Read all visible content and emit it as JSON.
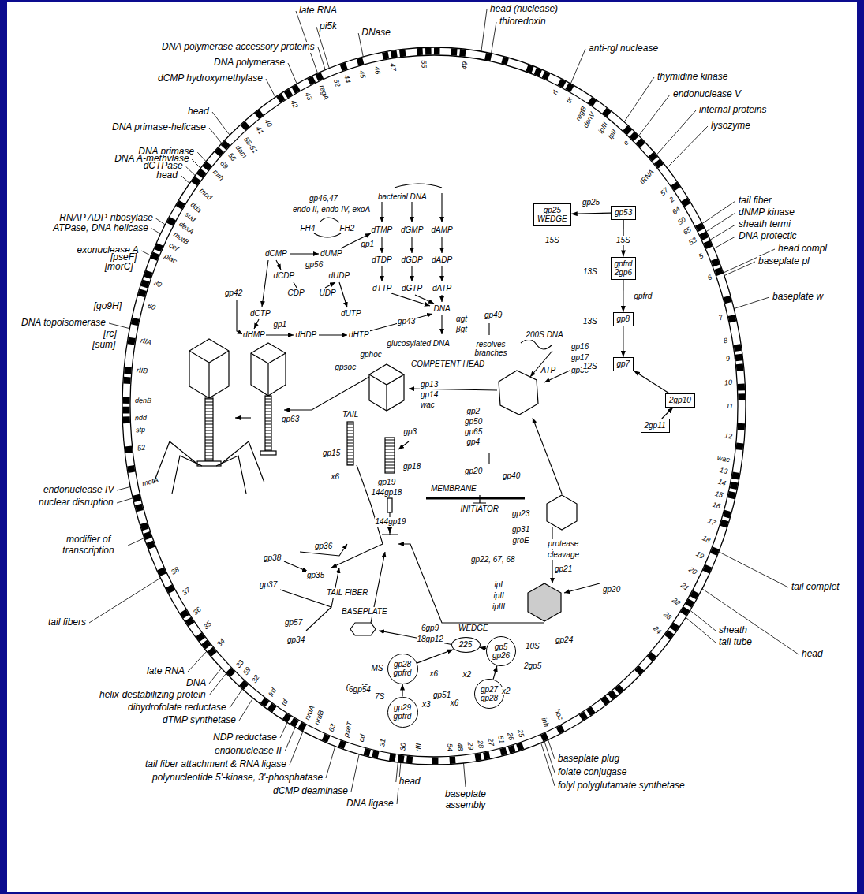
{
  "diagram": {
    "nodes": [
      {
        "text": [
          "gp25",
          "WEDGE"
        ]
      },
      {
        "text": [
          "gp53"
        ]
      },
      {
        "text": [
          "gpfrd",
          "2gp6"
        ]
      },
      {
        "text": [
          "gp8"
        ]
      },
      {
        "text": [
          "gp7"
        ]
      },
      {
        "text": [
          "2gp10"
        ]
      },
      {
        "text": [
          "2gp11"
        ]
      },
      {
        "text": [
          "225"
        ]
      },
      {
        "text": [
          "gp5",
          "gp26"
        ]
      },
      {
        "text": [
          "gp28",
          "gpfrd"
        ]
      },
      {
        "text": [
          "gp29",
          "gpfrd"
        ]
      },
      {
        "text": [
          "gp27",
          "gp28"
        ]
      }
    ],
    "edges": [
      {
        "from": 1,
        "to": 0,
        "arrow": "to",
        "label": "gp25"
      },
      {
        "from": 1,
        "to": 2,
        "arrow": "to"
      },
      {
        "from": 2,
        "to": 3,
        "arrow": "to"
      },
      {
        "from": 3,
        "to": 4,
        "arrow": "to"
      },
      {
        "from": 6,
        "to": 5,
        "arrow": "to"
      },
      {
        "from": 5,
        "to": 4,
        "arrow": "to"
      },
      {
        "from": 10,
        "to": 9,
        "arrow": "to"
      },
      {
        "from": 9,
        "to": 7,
        "arrow": "to"
      },
      {
        "from": 8,
        "to": 7,
        "arrow": "to"
      },
      {
        "from": 11,
        "to": 8,
        "arrow": "to"
      }
    ],
    "labels": [
      "late RNA",
      "pi5k",
      "DNase",
      "DNA polymerase accessory proteins",
      "DNA polymerase",
      "dCMP hydroxymethylase",
      "head",
      "DNA primase-helicase",
      "DNA primase",
      "DNA A-methylase",
      "dCTPase",
      "head",
      "RNAP ADP-ribosylase",
      "ATPase, DNA helicase",
      "exonuclease A",
      "[pseF]",
      "[morC]",
      "[go9H]",
      "DNA topoisomerase",
      "[rc]",
      "[sum]",
      "endonuclease IV",
      "nuclear disruption",
      "modifier of transcription",
      "tail fibers",
      "late RNA",
      "DNA",
      "helix-destabilizing protein",
      "dihydrofolate reductase",
      "dTMP synthetase",
      "NDP reductase",
      "endonuclease II",
      "tail fiber attachment & RNA ligase",
      "polynucleotide 5'-kinase, 3'-phosphatase",
      "dCMP deaminase",
      "head",
      "DNA ligase",
      "baseplate assembly",
      "baseplate plug",
      "folate conjugase",
      "folyl polyglutamate synthetase",
      "head (nuclease)",
      "thioredoxin",
      "anti-rgl nuclease",
      "thymidine kinase",
      "endonuclease V",
      "internal proteins",
      "lysozyme",
      "tail fiber",
      "dNMP kinase",
      "sheath termi",
      "DNA protectic",
      "head compl",
      "baseplate pl",
      "baseplate w",
      "tail complet",
      "sheath",
      "tail tube",
      "head",
      "bacterial DNA",
      "gp46,47",
      "endo II, endo IV, exoA",
      "FH4",
      "FH2",
      "dTMP",
      "dGMP",
      "dAMP",
      "dTDP",
      "dGDP",
      "dADP",
      "dTTP",
      "dGTP",
      "dATP",
      "DNA",
      "dCMP",
      "dUMP",
      "dCDP",
      "dUDP",
      "CDP",
      "UDP",
      "dCTP",
      "dUTP",
      "dHMP",
      "dHDP",
      "dHTP",
      "gp42",
      "gp43",
      "gp1",
      "gp1",
      "gp56",
      "αgt",
      "βgt",
      "glucosylated DNA",
      "gp49",
      "resolves branches",
      "200S DNA",
      "gp16",
      "gp17",
      "ATP",
      "gp30",
      "15S",
      "15S",
      "13S",
      "gpfrd",
      "13S",
      "12S",
      "COMPETENT HEAD",
      "gphoc",
      "gpsoc",
      "gp13",
      "gp14",
      "wac",
      "gp2",
      "gp50",
      "gp65",
      "gp4",
      "gp63",
      "TAIL",
      "gp3",
      "gp15",
      "gp18",
      "gp19",
      "144gp18",
      "144gp19",
      "gp20",
      "gp40",
      "MEMBRANE",
      "INITIATOR",
      "gp23",
      "gp31",
      "groE",
      "gp22, 67, 68",
      "protease",
      "cleavage",
      "gp21",
      "ipI",
      "ipII",
      "ipIII",
      "gp24",
      "gp20",
      "gp36",
      "gp38",
      "gp37",
      "gp35",
      "gp57",
      "gp34",
      "TAIL FIBER",
      "BASEPLATE",
      "6gp9",
      "18gp12",
      "WEDGE",
      "x6",
      "6gp48",
      "6gp54",
      "x2",
      "10S",
      "2gp5",
      "gp51",
      "MS",
      "7S",
      "x3",
      "x6",
      "x2",
      "x6",
      "55",
      "47",
      "46",
      "45",
      "44",
      "62",
      "regA",
      "43",
      "42",
      "40",
      "41",
      "58-61",
      "dam",
      "56",
      "69",
      "mrh",
      "mod",
      "dda",
      "sud",
      "dexA",
      "motB",
      "cef",
      "plac",
      "39",
      "60",
      "rIIA",
      "rIIB",
      "denB",
      "ndd",
      "stp",
      "52",
      "motA",
      "38",
      "37",
      "36",
      "35",
      "34",
      "33",
      "59",
      "32",
      "frd",
      "td",
      "nrdA",
      "nrdB",
      "63",
      "pseT",
      "cd",
      "31",
      "30",
      "rIII",
      "54",
      "48",
      "29",
      "28",
      "27",
      "51",
      "26",
      "25",
      "inh",
      "hoc",
      "24",
      "23",
      "22",
      "21",
      "20",
      "19",
      "18",
      "17",
      "16",
      "15",
      "14",
      "13",
      "wac",
      "12",
      "11",
      "10",
      "9",
      "8",
      "7",
      "6",
      "5",
      "53",
      "65",
      "50",
      "64",
      "2",
      "57",
      "tRNA",
      "e",
      "ipII",
      "ipIII",
      "denV",
      "regB",
      "tk",
      "rI",
      "49"
    ]
  }
}
